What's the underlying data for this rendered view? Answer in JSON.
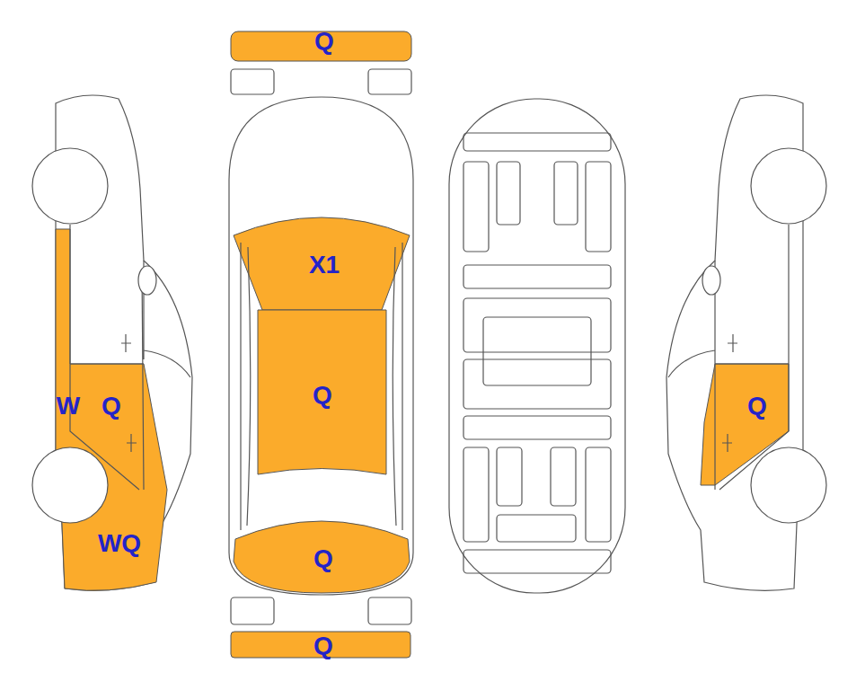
{
  "diagram": {
    "labels": [
      "Q",
      "X1",
      "W",
      "Q",
      "Q",
      "Q",
      "WQ",
      "Q",
      "Q"
    ]
  }
}
